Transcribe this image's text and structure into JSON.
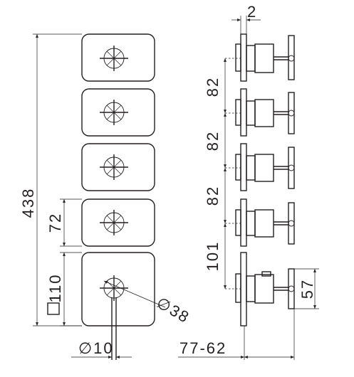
{
  "dimensions": {
    "total_height": "438",
    "plate_pitch": "72",
    "plate_side": "110",
    "square_symbol": "□",
    "shaft_diameter": "∅10",
    "handle_diameter": "∅38",
    "plate_thickness": "2",
    "spacing_1": "82",
    "spacing_2": "82",
    "spacing_3": "82",
    "spacing_4": "101",
    "handle_height": "57",
    "projection": "77-62"
  }
}
